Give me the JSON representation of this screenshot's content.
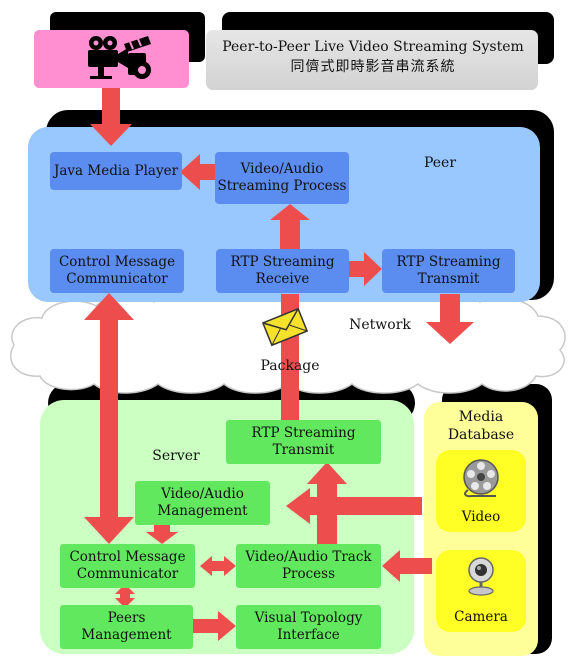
{
  "title": {
    "english": "Peer-to-Peer Live Video Streaming System",
    "chinese": "同儕式即時影音串流系統"
  },
  "peer": {
    "label": "Peer",
    "java_media_player": [
      "Java Media Player"
    ],
    "streaming_process": [
      "Video/Audio",
      "Streaming Process"
    ],
    "control_message_communicator": [
      "Control Message",
      "Communicator"
    ],
    "rtp_streaming_receive": [
      "RTP Streaming",
      "Receive"
    ],
    "rtp_streaming_transmit": [
      "RTP Streaming",
      "Transmit"
    ]
  },
  "network": {
    "label": "Network",
    "package_label": "Package"
  },
  "server": {
    "label": "Server",
    "rtp_streaming_transmit": [
      "RTP Streaming",
      "Transmit"
    ],
    "video_audio_management": [
      "Video/Audio",
      "Management"
    ],
    "control_message_communicator": [
      "Control Message",
      "Communicator"
    ],
    "video_audio_track_process": [
      "Video/Audio Track",
      "Process"
    ],
    "peers_management": [
      "Peers",
      "Management"
    ],
    "visual_topology_interface": [
      "Visual Topology",
      "Interface"
    ]
  },
  "media_database": {
    "label": [
      "Media",
      "Database"
    ],
    "video_label": "Video",
    "camera_label": "Camera"
  },
  "colors": {
    "peer_panel": "#99c7ff",
    "peer_box": "#5b8cf0",
    "server_panel": "#ccffc2",
    "server_box": "#62e85e",
    "media_panel": "#ffff99",
    "media_box": "#ffff25",
    "title_panel": "#dcdcdc",
    "icon_panel": "#ff8fd0",
    "arrow": "#ee4d4d",
    "shadow": "#000000"
  },
  "icons": {
    "player_icon": "film-camera-icon",
    "package_icon": "envelope-icon",
    "video_icon": "film-reel-icon",
    "camera_icon": "webcam-icon"
  }
}
